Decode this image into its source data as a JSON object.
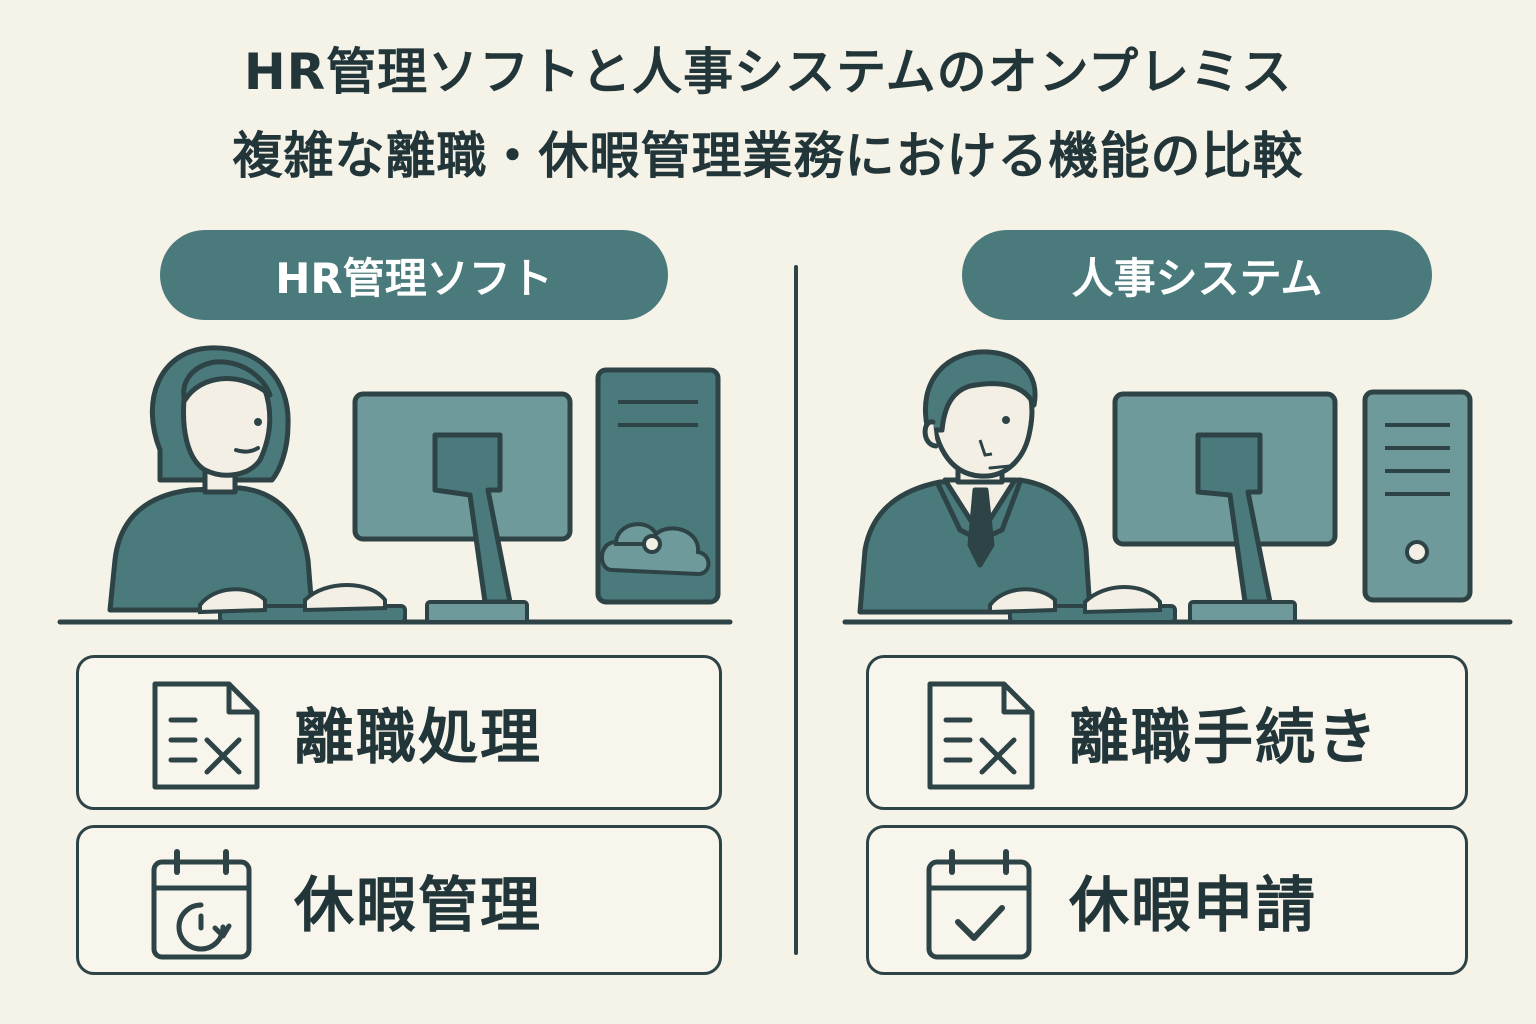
{
  "title": {
    "line1": "HR管理ソフトと人事システムのオンプレミス",
    "line2": "複雑な離職・休暇管理業務における機能の比較"
  },
  "left": {
    "header": "HR管理ソフト",
    "items": [
      {
        "label": "離職処理",
        "icon": "document-x-icon"
      },
      {
        "label": "休暇管理",
        "icon": "calendar-clock-icon"
      }
    ]
  },
  "right": {
    "header": "人事システム",
    "items": [
      {
        "label": "離職手続き",
        "icon": "document-x-icon"
      },
      {
        "label": "休暇申請",
        "icon": "calendar-check-icon"
      }
    ]
  },
  "colors": {
    "background": "#f5f2e8",
    "accent": "#4a7a7c",
    "dark": "#2d4346",
    "light_teal": "#6e9a9b"
  }
}
